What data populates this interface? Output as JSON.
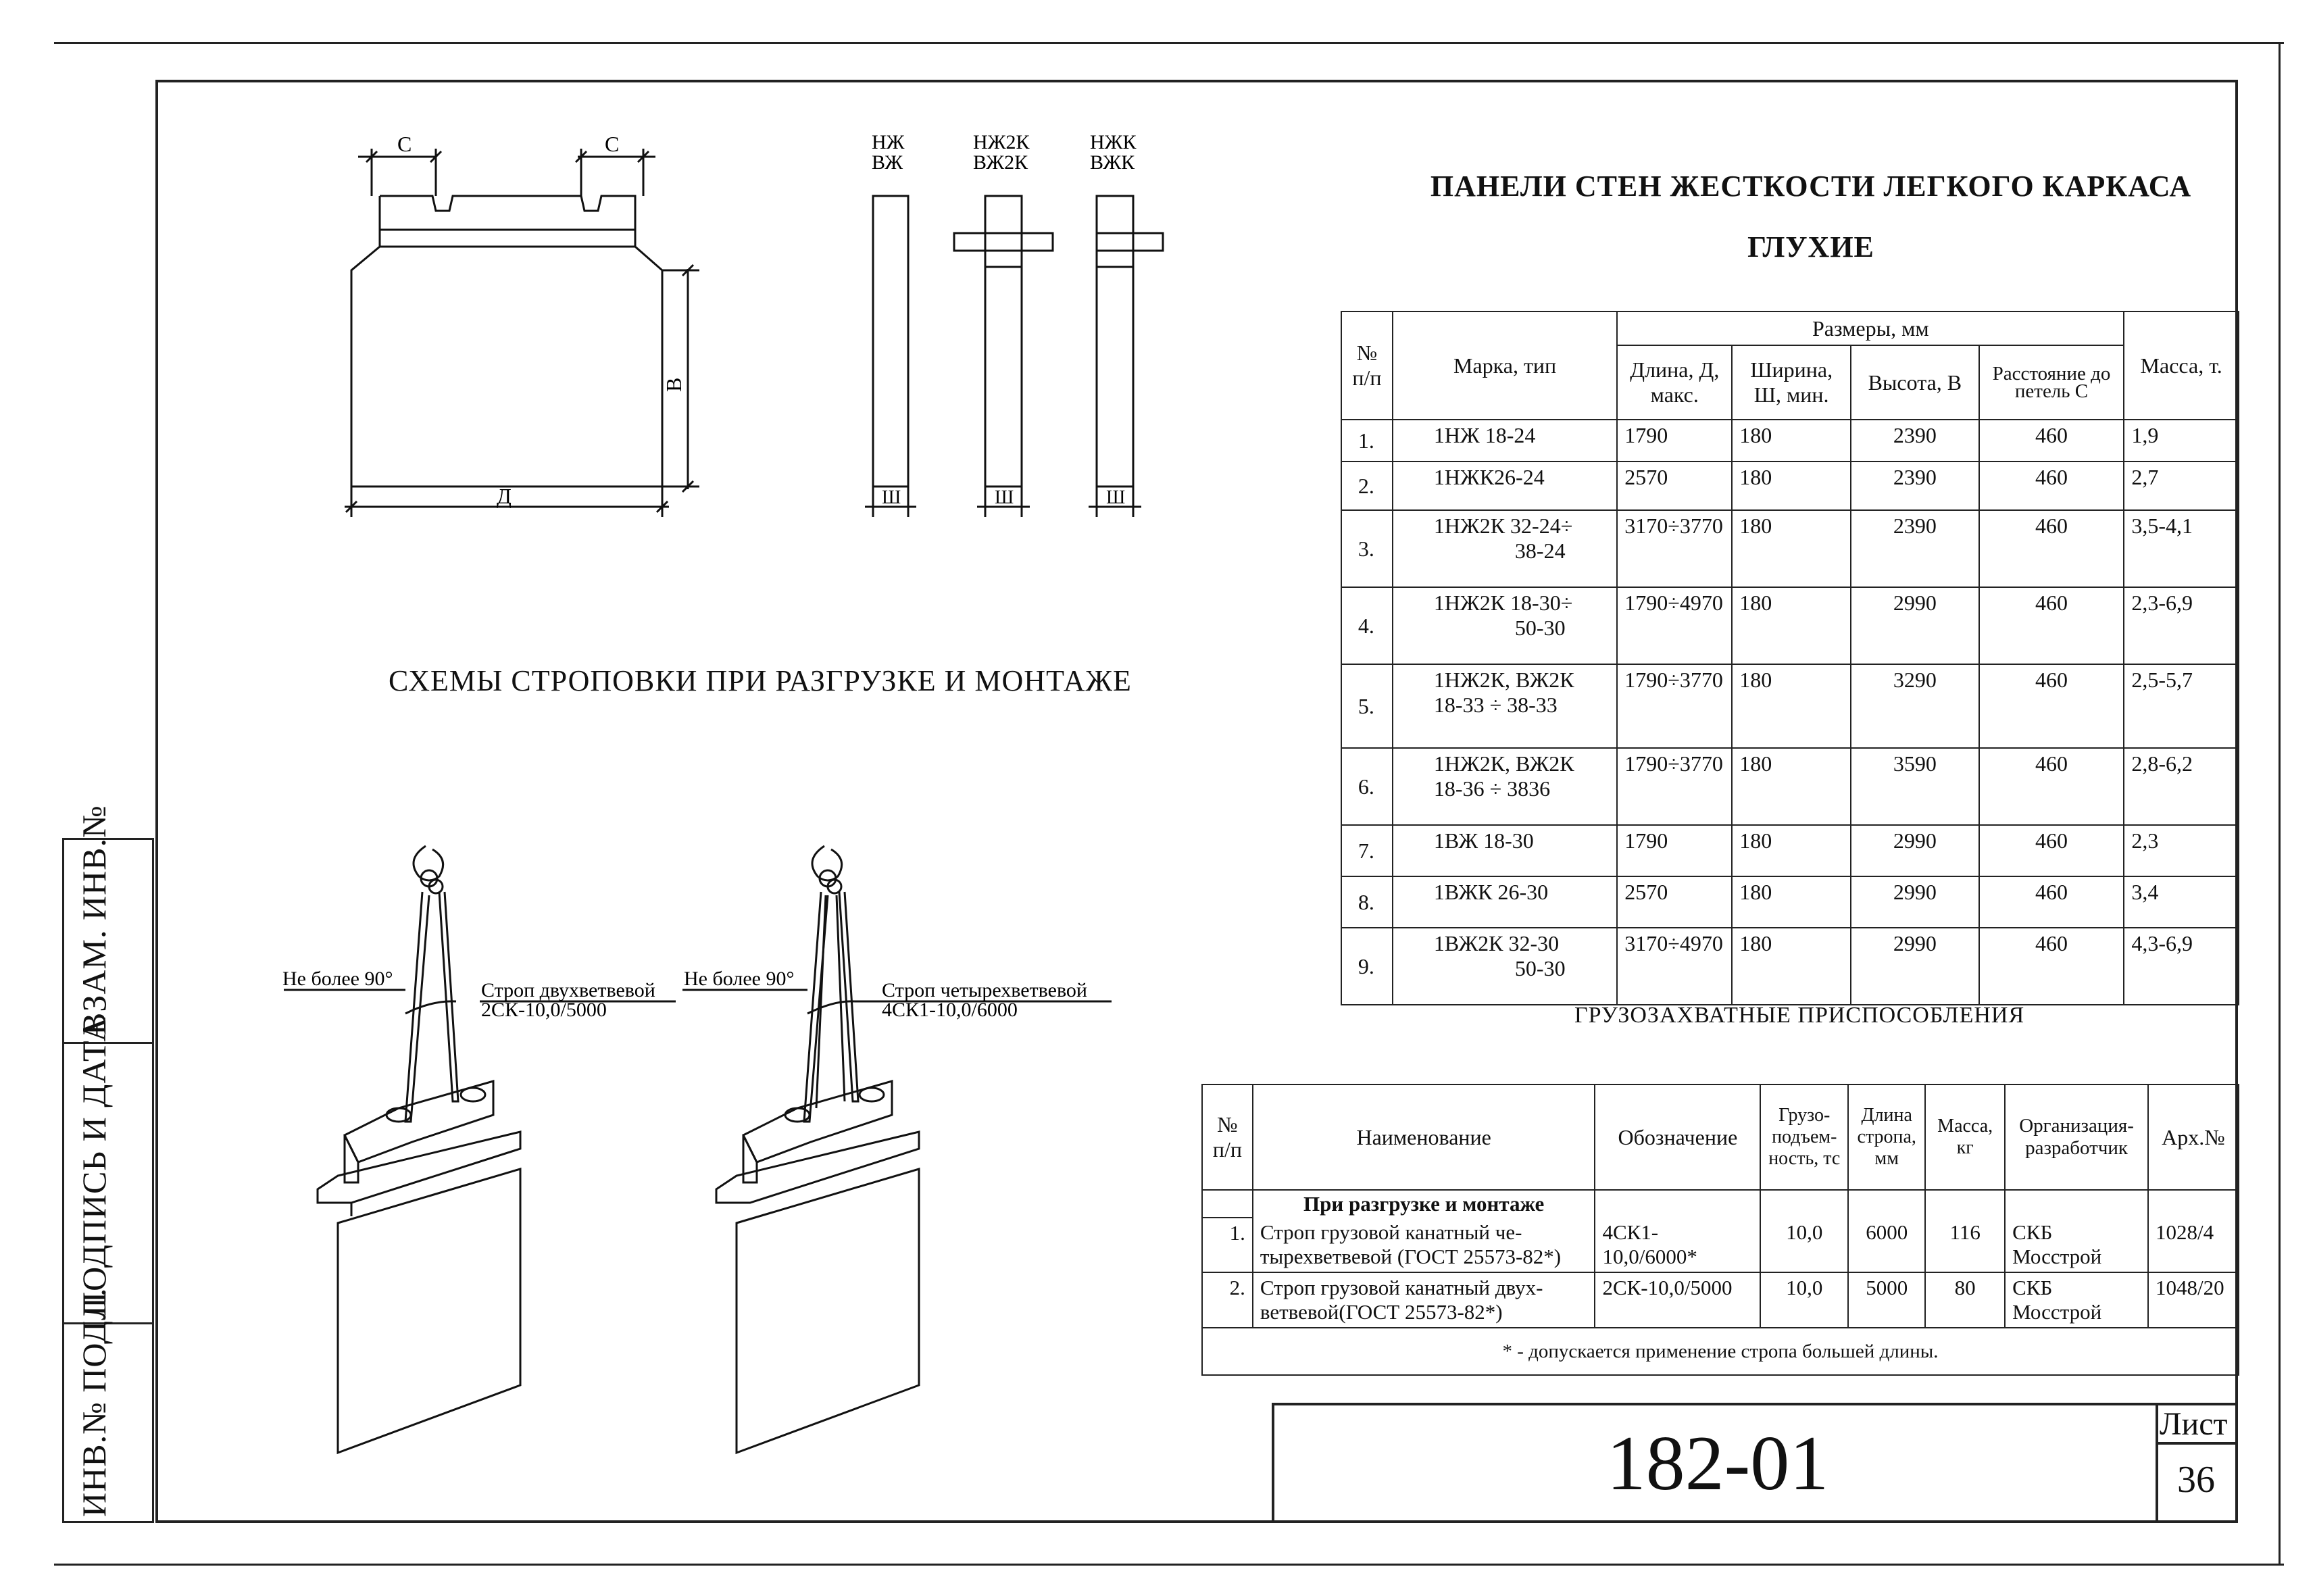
{
  "side_labels": {
    "inv_podl": "ИНВ.№ ПОДЛ.",
    "podpis_data": "ПОДПИСЬ И ДАТА",
    "vzam_inv": "ВЗАМ. ИНВ.№"
  },
  "drawing_labels": {
    "dim_c": "С",
    "dim_b": "В",
    "dim_d": "Д",
    "dim_sh": "Ш",
    "type1_line1": "НЖ",
    "type1_line2": "ВЖ",
    "type2_line1": "НЖ2К",
    "type2_line2": "ВЖ2К",
    "type3_line1": "НЖК",
    "type3_line2": "ВЖК"
  },
  "sling_scheme": {
    "heading": "СХЕМЫ СТРОПОВКИ ПРИ РАЗГРУЗКЕ И МОНТАЖЕ",
    "left_angle": "Не более 90°",
    "left_sling_line1": "Строп двухветвевой",
    "left_sling_line2": "2СК-10,0/5000",
    "right_angle": "Не более 90°",
    "right_sling_line1": "Строп четырехветвевой",
    "right_sling_line2": "4СК1-10,0/6000"
  },
  "main_title": "ПАНЕЛИ СТЕН ЖЕСТКОСТИ ЛЕГКОГО КАРКАСА",
  "sub_title": "ГЛУХИЕ",
  "panels_table": {
    "headers": {
      "num": "№ п/п",
      "mark": "Марка, тип",
      "sizes": "Размеры, мм",
      "length": "Длина, Д, макс.",
      "width": "Ширина, Ш, мин.",
      "height": "Высота, В",
      "loops": "Расстояние до петель С",
      "mass": "Масса, т."
    },
    "rows": [
      {
        "num": "1.",
        "mark1": "1НЖ 18-24",
        "mark2": "",
        "length": "1790",
        "width": "180",
        "height": "2390",
        "loops": "460",
        "mass": "1,9"
      },
      {
        "num": "2.",
        "mark1": "1НЖК26-24",
        "mark2": "",
        "length": "2570",
        "width": "180",
        "height": "2390",
        "loops": "460",
        "mass": "2,7"
      },
      {
        "num": "3.",
        "mark1": "1НЖ2К 32-24÷",
        "mark2": "38-24",
        "length": "3170÷3770",
        "width": "180",
        "height": "2390",
        "loops": "460",
        "mass": "3,5-4,1"
      },
      {
        "num": "4.",
        "mark1": "1НЖ2К 18-30÷",
        "mark2": "50-30",
        "length": "1790÷4970",
        "width": "180",
        "height": "2990",
        "loops": "460",
        "mass": "2,3-6,9"
      },
      {
        "num": "5.",
        "mark1": "1НЖ2К, ВЖ2К",
        "mark2": "18-33 ÷ 38-33",
        "length": "1790÷3770",
        "width": "180",
        "height": "3290",
        "loops": "460",
        "mass": "2,5-5,7"
      },
      {
        "num": "6.",
        "mark1": "1НЖ2К, ВЖ2К",
        "mark2": "18-36 ÷ 3836",
        "length": "1790÷3770",
        "width": "180",
        "height": "3590",
        "loops": "460",
        "mass": "2,8-6,2"
      },
      {
        "num": "7.",
        "mark1": "1ВЖ 18-30",
        "mark2": "",
        "length": "1790",
        "width": "180",
        "height": "2990",
        "loops": "460",
        "mass": "2,3"
      },
      {
        "num": "8.",
        "mark1": "1ВЖК 26-30",
        "mark2": "",
        "length": "2570",
        "width": "180",
        "height": "2990",
        "loops": "460",
        "mass": "3,4"
      },
      {
        "num": "9.",
        "mark1": "1ВЖ2К 32-30",
        "mark2": "50-30",
        "length": "3170÷4970",
        "width": "180",
        "height": "2990",
        "loops": "460",
        "mass": "4,3-6,9"
      }
    ]
  },
  "devices_title": "ГРУЗОЗАХВАТНЫЕ ПРИСПОСОБЛЕНИЯ",
  "devices_table": {
    "headers": {
      "num": "№ п/п",
      "name": "Наименование",
      "designation": "Обозначение",
      "capacity": "Грузо- подъем- ность, тс",
      "length": "Длина стропа, мм",
      "mass": "Масса, кг",
      "org": "Организация- разработчик",
      "arch": "Арх.№"
    },
    "group": "При разгрузке и монтаже",
    "rows": [
      {
        "num": "1.",
        "name": "Строп грузовой канатный че- тырехветвевой (ГОСТ 25573-82*)",
        "designation": "4СК1-10,0/6000*",
        "capacity": "10,0",
        "length": "6000",
        "mass": "116",
        "org": "СКБ Мосстрой",
        "arch": "1028/4"
      },
      {
        "num": "2.",
        "name": "Строп грузовой канатный двух- ветвевой(ГОСТ 25573-82*)",
        "designation": "2СК-10,0/5000",
        "capacity": "10,0",
        "length": "5000",
        "mass": "80",
        "org": "СКБ Мосстрой",
        "arch": "1048/20"
      }
    ],
    "footnote": "* - допускается применение стропа большей длины."
  },
  "stamp": {
    "code": "182-01",
    "sheet_label": "Лист",
    "sheet_number": "36"
  }
}
